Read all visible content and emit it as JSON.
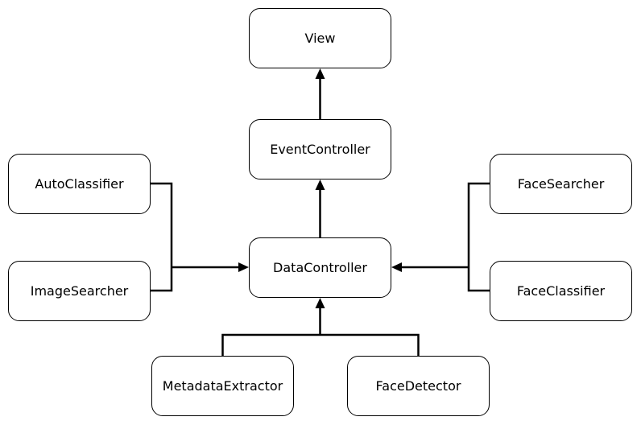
{
  "nodes": {
    "view": "View",
    "event_controller": "EventController",
    "data_controller": "DataController",
    "auto_classifier": "AutoClassifier",
    "image_searcher": "ImageSearcher",
    "face_searcher": "FaceSearcher",
    "face_classifier": "FaceClassifier",
    "metadata_extractor": "MetadataExtractor",
    "face_detector": "FaceDetector"
  },
  "edges": [
    {
      "from": "event_controller",
      "to": "view"
    },
    {
      "from": "data_controller",
      "to": "event_controller"
    },
    {
      "from": "auto_classifier",
      "to": "data_controller"
    },
    {
      "from": "image_searcher",
      "to": "data_controller"
    },
    {
      "from": "face_searcher",
      "to": "data_controller"
    },
    {
      "from": "face_classifier",
      "to": "data_controller"
    },
    {
      "from": "metadata_extractor",
      "to": "data_controller"
    },
    {
      "from": "face_detector",
      "to": "data_controller"
    }
  ],
  "colors": {
    "stroke": "#000000",
    "fill": "#ffffff"
  }
}
